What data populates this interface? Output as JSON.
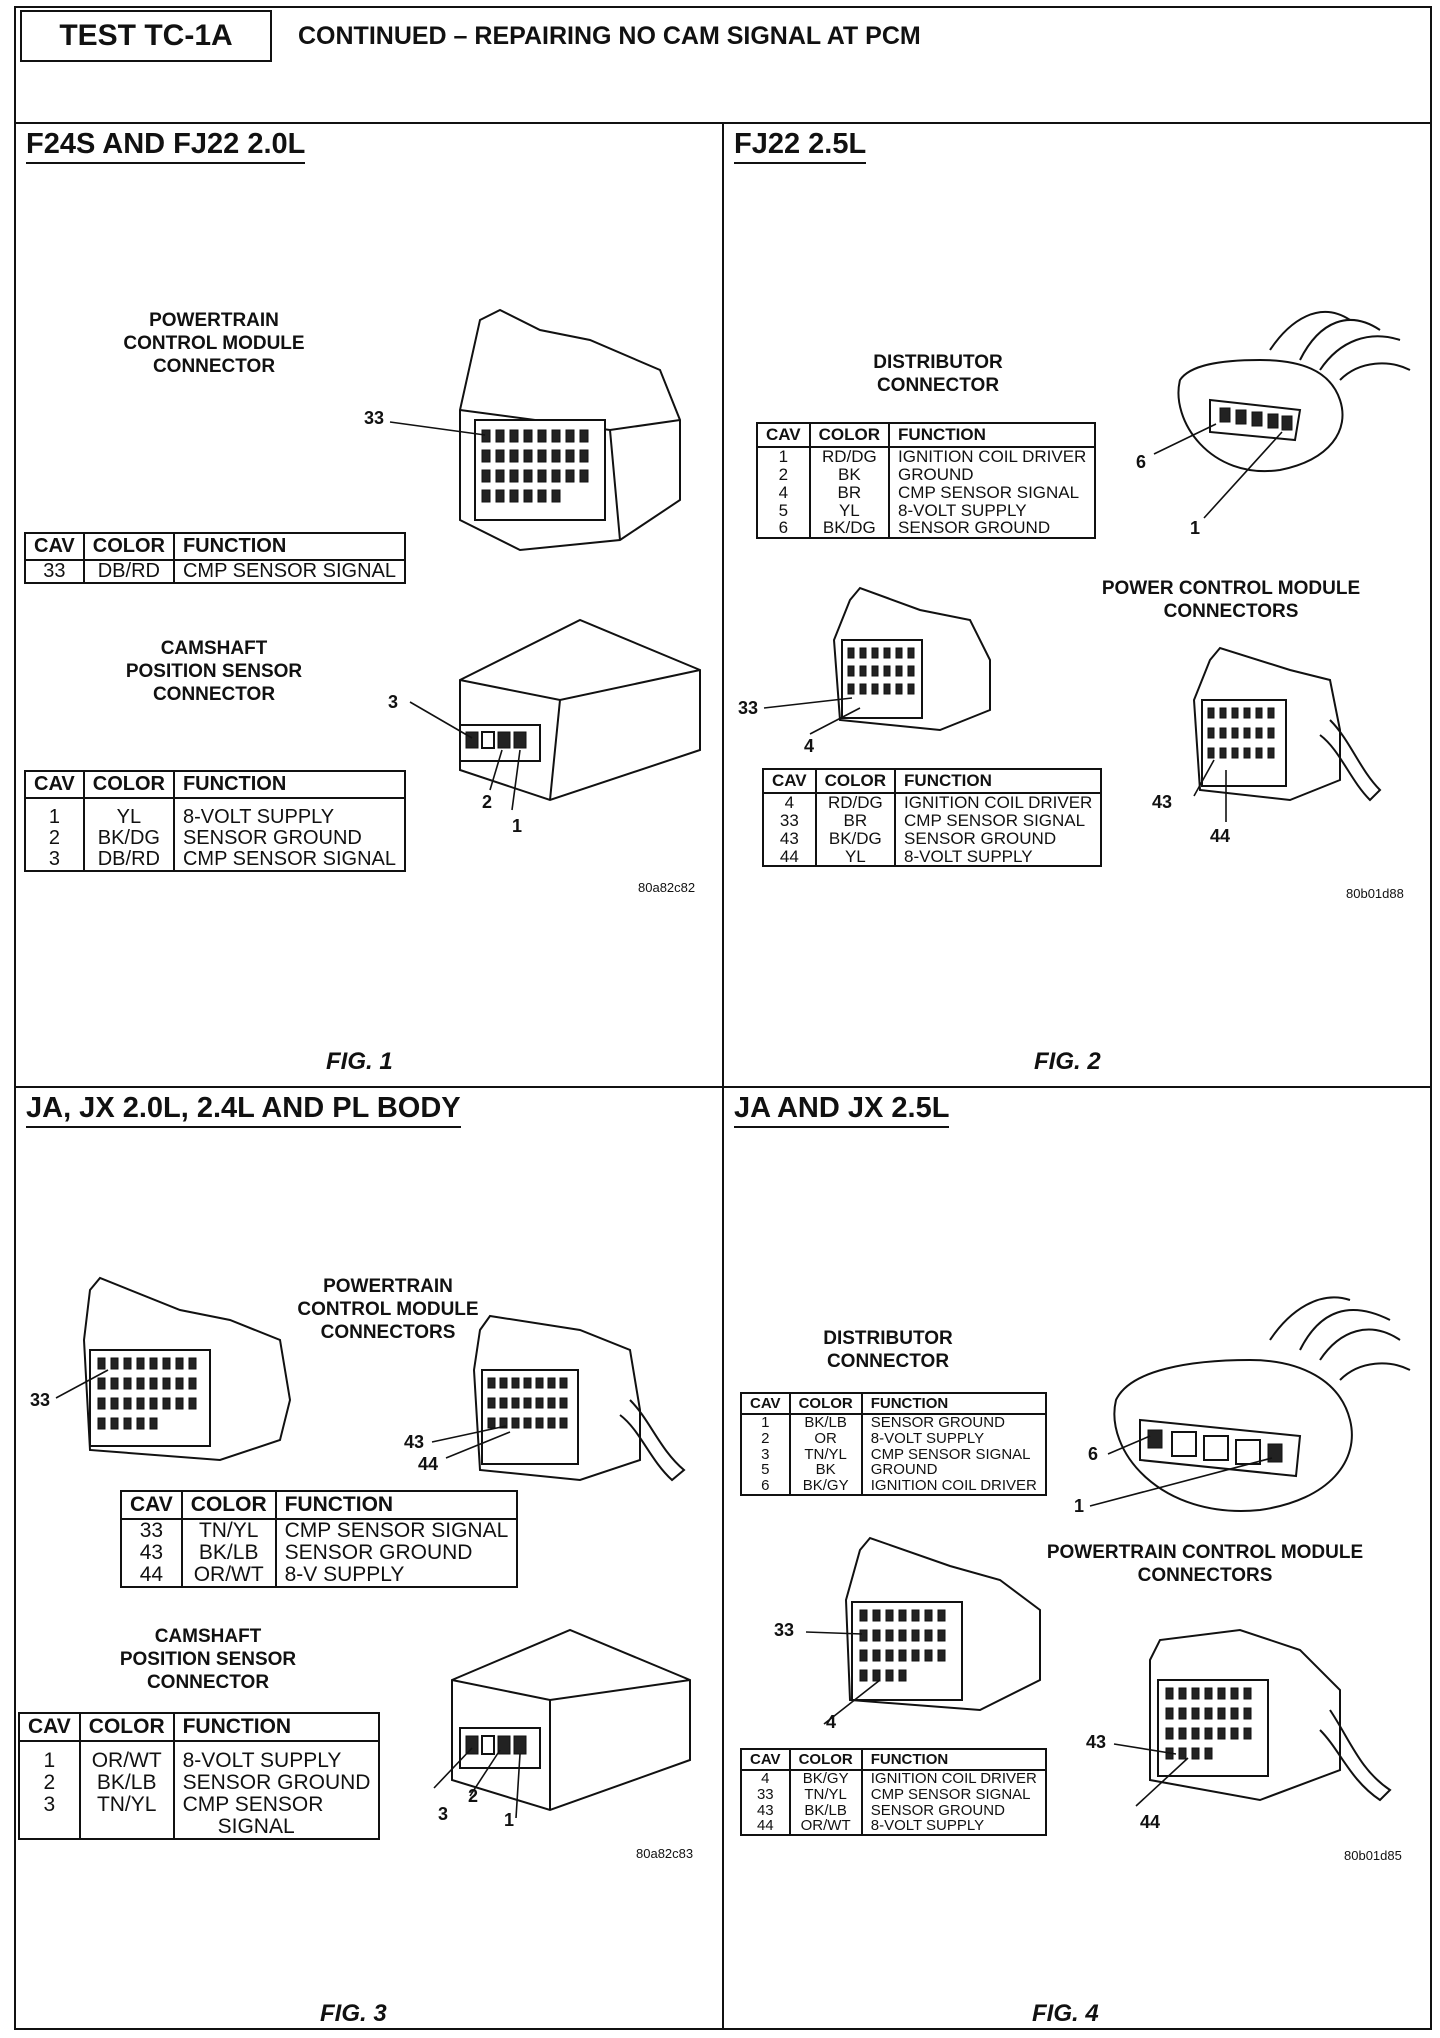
{
  "header": {
    "test_id": "TEST TC-1A",
    "title": "CONTINUED – REPAIRING NO CAM SIGNAL AT PCM"
  },
  "sections": [
    {
      "title": "F24S AND FJ22 2.0L",
      "figure": "FIG. 1",
      "code": "80a82c82",
      "labels": [
        "POWERTRAIN\nCONTROL MODULE\nCONNECTOR",
        "CAMSHAFT\nPOSITION SENSOR\nCONNECTOR"
      ],
      "pins": [
        "33",
        "3",
        "2",
        "1"
      ],
      "tables": [
        {
          "headers": [
            "CAV",
            "COLOR",
            "FUNCTION"
          ],
          "rows": [
            [
              "33",
              "DB/RD",
              "CMP SENSOR SIGNAL"
            ]
          ]
        },
        {
          "headers": [
            "CAV",
            "COLOR",
            "FUNCTION"
          ],
          "rows": [
            [
              "1",
              "YL",
              "8-VOLT SUPPLY"
            ],
            [
              "2",
              "BK/DG",
              "SENSOR GROUND"
            ],
            [
              "3",
              "DB/RD",
              "CMP SENSOR SIGNAL"
            ]
          ]
        }
      ]
    },
    {
      "title": "FJ22 2.5L",
      "figure": "FIG. 2",
      "code": "80b01d88",
      "labels": [
        "DISTRIBUTOR\nCONNECTOR",
        "POWER CONTROL MODULE\nCONNECTORS"
      ],
      "pins": [
        "6",
        "1",
        "33",
        "4",
        "43",
        "44"
      ],
      "tables": [
        {
          "headers": [
            "CAV",
            "COLOR",
            "FUNCTION"
          ],
          "rows": [
            [
              "1",
              "RD/DG",
              "IGNITION COIL DRIVER"
            ],
            [
              "2",
              "BK",
              "GROUND"
            ],
            [
              "4",
              "BR",
              "CMP SENSOR SIGNAL"
            ],
            [
              "5",
              "YL",
              "8-VOLT SUPPLY"
            ],
            [
              "6",
              "BK/DG",
              "SENSOR GROUND"
            ]
          ]
        },
        {
          "headers": [
            "CAV",
            "COLOR",
            "FUNCTION"
          ],
          "rows": [
            [
              "4",
              "RD/DG",
              "IGNITION COIL DRIVER"
            ],
            [
              "33",
              "BR",
              "CMP SENSOR SIGNAL"
            ],
            [
              "43",
              "BK/DG",
              "SENSOR GROUND"
            ],
            [
              "44",
              "YL",
              "8-VOLT SUPPLY"
            ]
          ]
        }
      ]
    },
    {
      "title": "JA, JX 2.0L, 2.4L AND PL BODY",
      "figure": "FIG. 3",
      "code": "80a82c83",
      "labels": [
        "POWERTRAIN\nCONTROL MODULE\nCONNECTORS",
        "CAMSHAFT\nPOSITION SENSOR\nCONNECTOR"
      ],
      "pins": [
        "33",
        "43",
        "44",
        "3",
        "2",
        "1"
      ],
      "tables": [
        {
          "headers": [
            "CAV",
            "COLOR",
            "FUNCTION"
          ],
          "rows": [
            [
              "33",
              "TN/YL",
              "CMP SENSOR SIGNAL"
            ],
            [
              "43",
              "BK/LB",
              "SENSOR GROUND"
            ],
            [
              "44",
              "OR/WT",
              "8-V SUPPLY"
            ]
          ]
        },
        {
          "headers": [
            "CAV",
            "COLOR",
            "FUNCTION"
          ],
          "rows": [
            [
              "1",
              "OR/WT",
              "8-VOLT SUPPLY"
            ],
            [
              "2",
              "BK/LB",
              "SENSOR GROUND"
            ],
            [
              "3",
              "TN/YL",
              "CMP SENSOR\n      SIGNAL"
            ]
          ]
        }
      ]
    },
    {
      "title": "JA AND JX 2.5L",
      "figure": "FIG. 4",
      "code": "80b01d85",
      "labels": [
        "DISTRIBUTOR\nCONNECTOR",
        "POWERTRAIN CONTROL MODULE\nCONNECTORS"
      ],
      "pins": [
        "6",
        "1",
        "33",
        "4",
        "43",
        "44"
      ],
      "tables": [
        {
          "headers": [
            "CAV",
            "COLOR",
            "FUNCTION"
          ],
          "rows": [
            [
              "1",
              "BK/LB",
              "SENSOR GROUND"
            ],
            [
              "2",
              "OR",
              "8-VOLT SUPPLY"
            ],
            [
              "3",
              "TN/YL",
              "CMP SENSOR SIGNAL"
            ],
            [
              "5",
              "BK",
              "GROUND"
            ],
            [
              "6",
              "BK/GY",
              "IGNITION COIL DRIVER"
            ]
          ]
        },
        {
          "headers": [
            "CAV",
            "COLOR",
            "FUNCTION"
          ],
          "rows": [
            [
              "4",
              "BK/GY",
              "IGNITION COIL DRIVER"
            ],
            [
              "33",
              "TN/YL",
              "CMP SENSOR SIGNAL"
            ],
            [
              "43",
              "BK/LB",
              "SENSOR GROUND"
            ],
            [
              "44",
              "OR/WT",
              "8-VOLT SUPPLY"
            ]
          ]
        }
      ]
    }
  ]
}
